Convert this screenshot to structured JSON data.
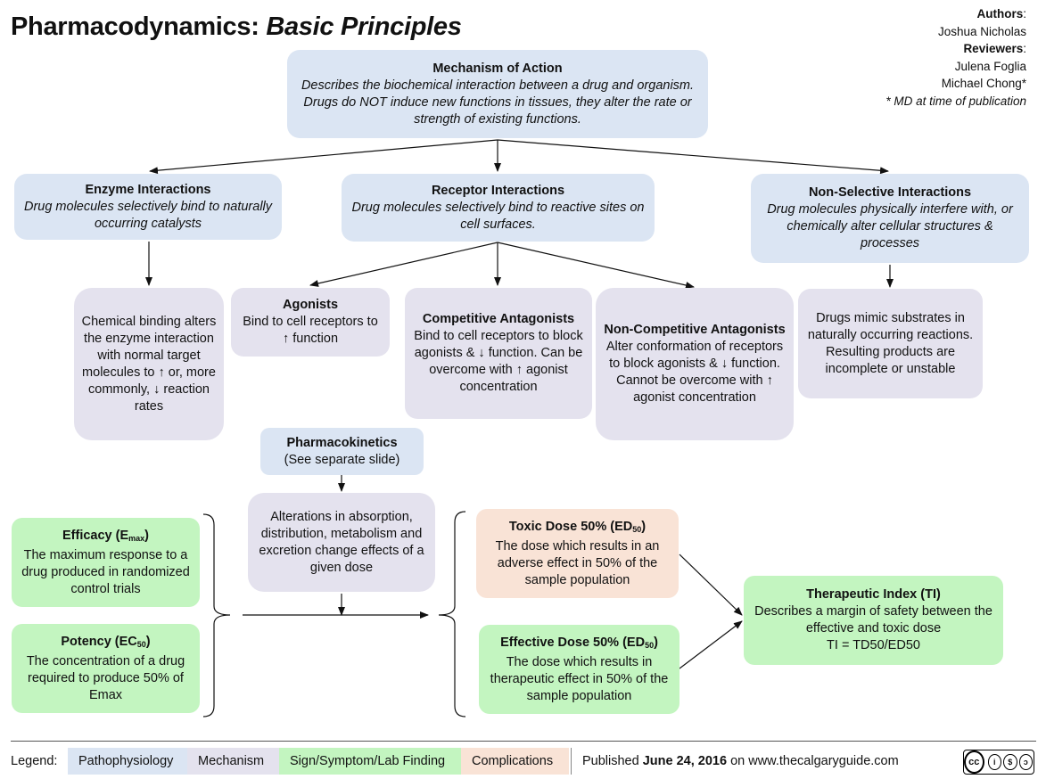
{
  "header": {
    "title_main": "Pharmacodynamics: ",
    "title_italic": "Basic Principles",
    "authors_label": "Authors",
    "author_1": "Joshua Nicholas",
    "reviewers_label": "Reviewers",
    "reviewer_1": "Julena Foglia",
    "reviewer_2": "Michael Chong*",
    "note": "* MD at time of publication"
  },
  "mechanism": {
    "title": "Mechanism of Action",
    "text": "Describes the biochemical interaction between a drug and organism. Drugs do NOT induce new functions in tissues, they alter the rate or strength of existing functions."
  },
  "enzyme": {
    "title": "Enzyme Interactions",
    "text": "Drug molecules selectively bind to naturally occurring catalysts",
    "effect": "Chemical binding alters the enzyme interaction with normal target molecules to ↑ or, more commonly, ↓ reaction rates"
  },
  "receptor": {
    "title": "Receptor Interactions",
    "text": "Drug molecules selectively bind to reactive sites on cell surfaces."
  },
  "nonselective": {
    "title": "Non-Selective Interactions",
    "text": "Drug molecules physically interfere with, or chemically alter cellular structures & processes",
    "effect": "Drugs mimic substrates in naturally occurring reactions. Resulting products are incomplete or unstable"
  },
  "agonists": {
    "title": "Agonists",
    "text": "Bind to cell receptors to ↑ function"
  },
  "competitive": {
    "title": "Competitive Antagonists",
    "text": "Bind to cell receptors to block agonists & ↓ function. Can be overcome with ↑ agonist concentration"
  },
  "noncompetitive": {
    "title": "Non-Competitive Antagonists",
    "text": "Alter conformation of receptors to block agonists & ↓ function. Cannot be overcome with ↑ agonist concentration"
  },
  "pharmacokinetics": {
    "title": "Pharmacokinetics",
    "text": "(See separate slide)",
    "effect": "Alterations in absorption, distribution, metabolism and excretion change effects of a given dose"
  },
  "efficacy": {
    "title": "Efficacy (E",
    "title_sub": "max",
    "title_end": ")",
    "text": "The maximum response to a drug produced in randomized control trials"
  },
  "potency": {
    "title": "Potency (EC",
    "title_sub": "50",
    "title_end": ")",
    "text": "The concentration of a drug required to produce 50% of Emax"
  },
  "toxic": {
    "title": "Toxic Dose 50% (ED",
    "title_sub": "50",
    "title_end": ")",
    "text": "The dose which results in an adverse effect in 50% of the sample population"
  },
  "effective": {
    "title": "Effective Dose 50% (ED",
    "title_sub": "50",
    "title_end": ")",
    "text": "The dose which results in therapeutic effect in 50% of the sample population"
  },
  "therapeutic": {
    "title": "Therapeutic Index (TI)",
    "text": "Describes a margin of safety between the effective and toxic dose",
    "formula": "TI = TD50/ED50"
  },
  "legend": {
    "label": "Legend:",
    "items": [
      "Pathophysiology",
      "Mechanism",
      "Sign/Symptom/Lab Finding",
      "Complications"
    ],
    "colors": [
      "#dbe5f3",
      "#e4e2ee",
      "#c3f5c0",
      "#f9e3d6"
    ],
    "published_prefix": "Published ",
    "published_date": "June 24, 2016",
    "published_suffix": " on www.thecalgaryguide.com",
    "license_icon": "creative-commons-by-nc-sa-icon"
  }
}
